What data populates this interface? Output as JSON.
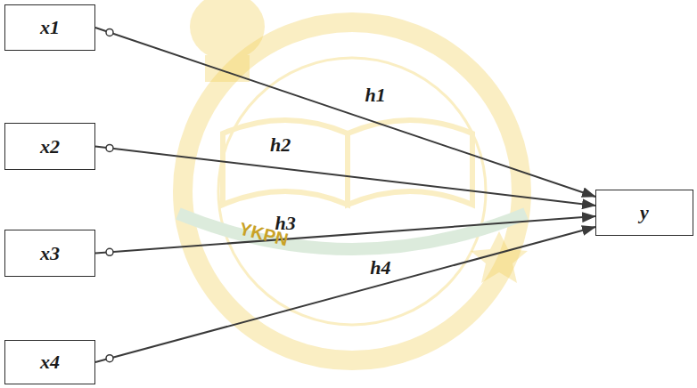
{
  "diagram": {
    "nodes": [
      {
        "text": [
          "x1"
        ]
      },
      {
        "text": [
          "x2"
        ]
      },
      {
        "text": [
          "x3"
        ]
      },
      {
        "text": [
          "x4"
        ]
      },
      {
        "text": [
          "y"
        ]
      }
    ],
    "edges": [
      {
        "from": 0,
        "to": 4,
        "arrow": "to",
        "label": "h1"
      },
      {
        "from": 1,
        "to": 4,
        "arrow": "to",
        "label": "h2"
      },
      {
        "from": 2,
        "to": 4,
        "arrow": "to",
        "label": "h3"
      },
      {
        "from": 3,
        "to": 4,
        "arrow": "to",
        "label": "h4"
      }
    ],
    "labels": [
      "YKPN"
    ]
  }
}
